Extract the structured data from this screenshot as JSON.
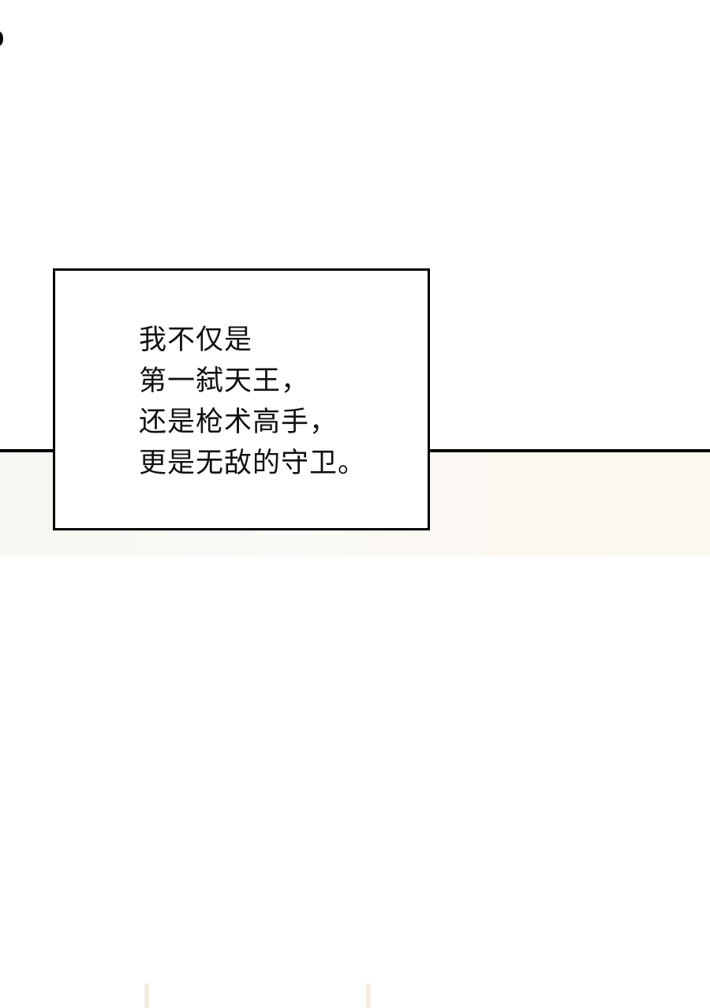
{
  "caption": {
    "lines": [
      "我不仅是",
      "第一弑天王，",
      "还是枪术高手，",
      "更是无敌的守卫。"
    ]
  },
  "colors": {
    "border": "#000000",
    "lower_background": "#fbf8f3"
  }
}
